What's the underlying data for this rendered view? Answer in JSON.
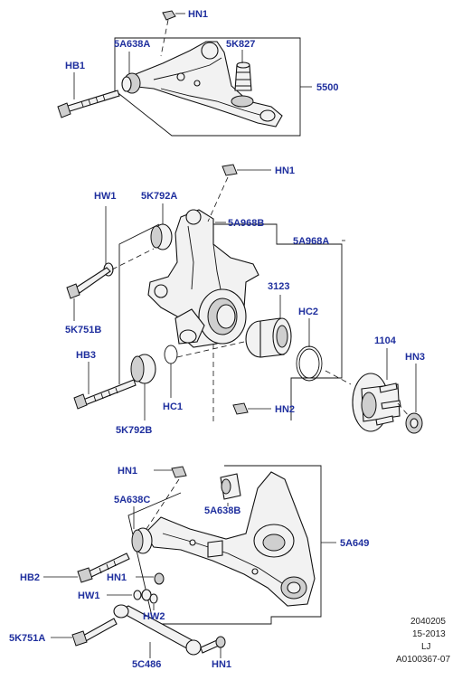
{
  "labels": {
    "hn1_a": "HN1",
    "a638a": "5A638A",
    "k827": "5K827",
    "hb1": "HB1",
    "s5500": "5500",
    "hn1_b": "HN1",
    "hw1_a": "HW1",
    "k792a": "5K792A",
    "a968b": "5A968B",
    "a968a": "5A968A",
    "p3123": "3123",
    "hc2": "HC2",
    "p1104": "1104",
    "hn3": "HN3",
    "k751b": "5K751B",
    "hb3": "HB3",
    "hc1": "HC1",
    "hn2": "HN2",
    "k792b": "5K792B",
    "hn1_c": "HN1",
    "a638c": "5A638C",
    "a638b": "5A638B",
    "a649": "5A649",
    "hb2": "HB2",
    "hn1_d": "HN1",
    "hw1_b": "HW1",
    "hw2": "HW2",
    "k751a": "5K751A",
    "c486": "5C486",
    "hn1_e": "HN1"
  },
  "meta": {
    "line1": "2040205",
    "line2": "15-2013",
    "line3": "LJ",
    "line4": "A0100367-07"
  }
}
